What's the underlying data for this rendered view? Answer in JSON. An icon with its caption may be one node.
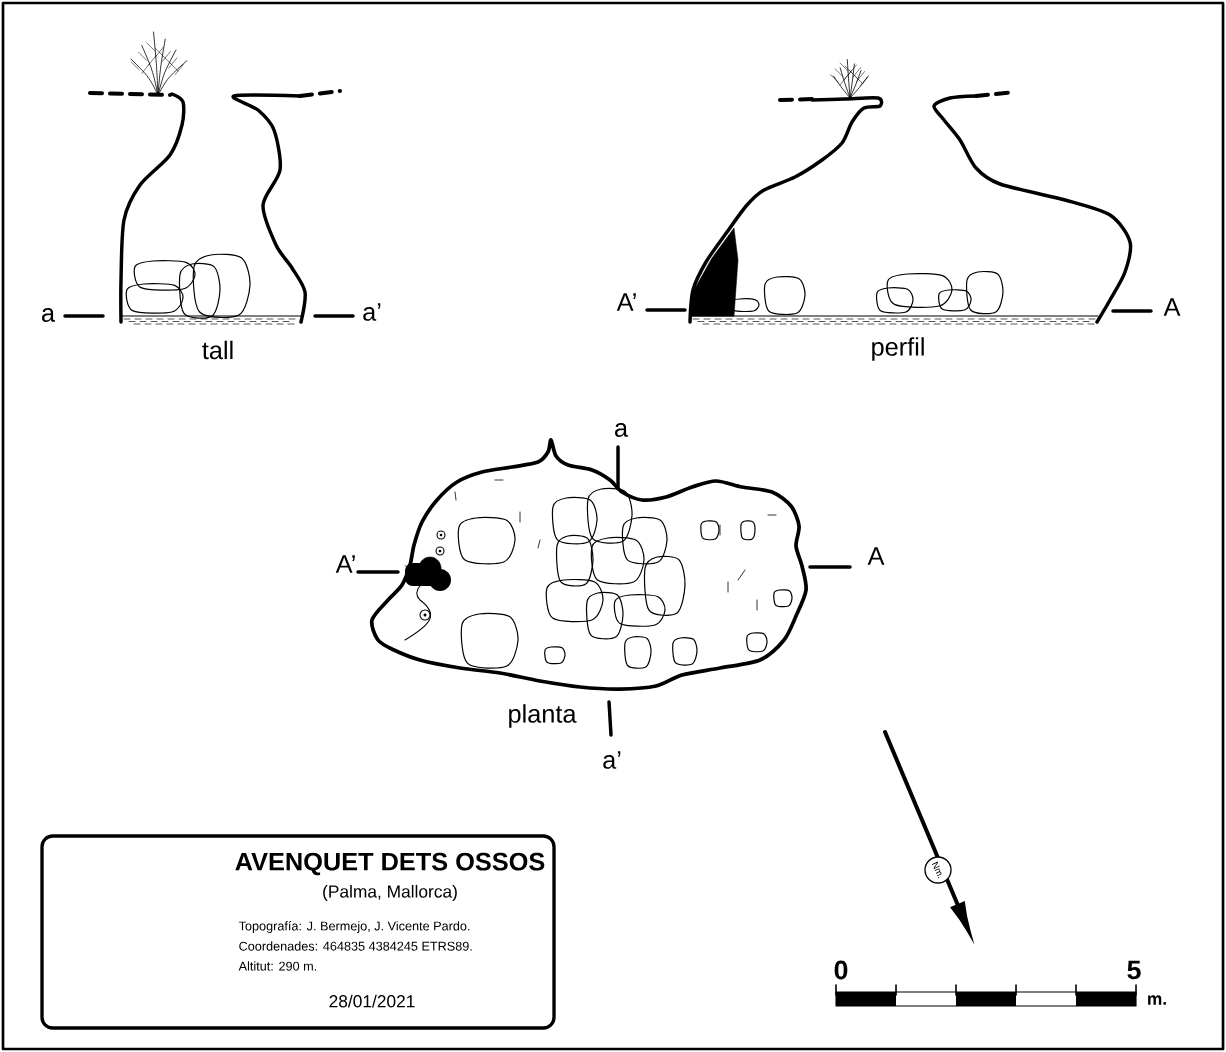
{
  "diagram": {
    "title": "AVENQUET DETS OSSOS",
    "labels": [
      "a",
      "a’",
      "tall",
      "A’",
      "A",
      "perfil",
      "a",
      "A’",
      "A",
      "planta",
      "a’",
      "Nm.",
      "0",
      "5",
      "m.",
      "(Palma, Mallorca)",
      "Topografía: J. Bermejo, J. Vicente Pardo.",
      "Coordenades: 464835 4384245 ETRS89.",
      "Altitut: 290 m.",
      "28/01/2021"
    ]
  }
}
